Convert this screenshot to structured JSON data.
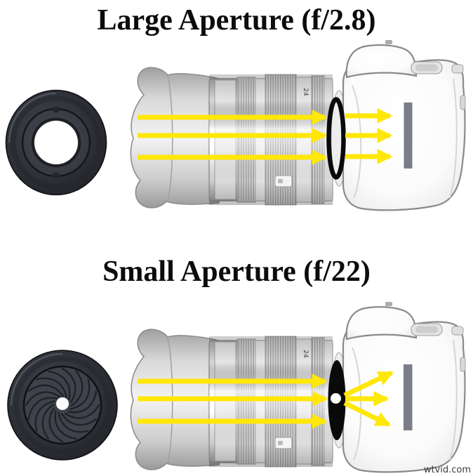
{
  "page": {
    "watermark": "wtvid.com"
  },
  "colors": {
    "background": "#ffffff",
    "arrow": "#ffe708",
    "sensor": "#7b7e88",
    "aperture_ink": "#0a0a0a",
    "title_ink": "#0c0c0c",
    "watermark_ink": "#3c3c3c"
  },
  "sections": [
    {
      "title": "Large Aperture (f/2.8)",
      "f_number": "f/2.8",
      "aperture_state": "open"
    },
    {
      "title": "Small Aperture (f/22)",
      "f_number": "f/22",
      "aperture_state": "closed"
    }
  ],
  "camera": {
    "lens_marking": "24"
  }
}
